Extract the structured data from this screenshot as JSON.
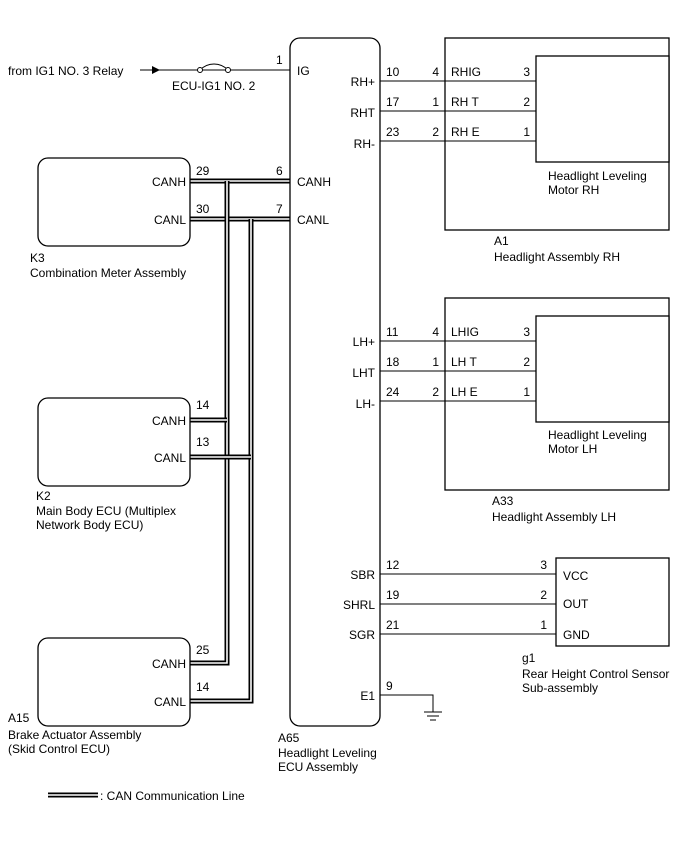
{
  "source": {
    "text": "from IG1 NO. 3 Relay"
  },
  "fuse": {
    "label": "ECU-IG1 NO. 2"
  },
  "ecu": {
    "code": "A65",
    "name": "Headlight Leveling\nECU Assembly",
    "pins": {
      "ig": {
        "num": "1",
        "label": "IG"
      },
      "canh": {
        "num": "6",
        "label": "CANH"
      },
      "canl": {
        "num": "7",
        "label": "CANL"
      },
      "rhp": {
        "num": "10",
        "label": "RH+"
      },
      "rht": {
        "num": "17",
        "label": "RHT"
      },
      "rhm": {
        "num": "23",
        "label": "RH-"
      },
      "lhp": {
        "num": "11",
        "label": "LH+"
      },
      "lht": {
        "num": "18",
        "label": "LHT"
      },
      "lhm": {
        "num": "24",
        "label": "LH-"
      },
      "sbr": {
        "num": "12",
        "label": "SBR"
      },
      "shrl": {
        "num": "19",
        "label": "SHRL"
      },
      "sgr": {
        "num": "21",
        "label": "SGR"
      },
      "e1": {
        "num": "9",
        "label": "E1"
      }
    }
  },
  "k3": {
    "code": "K3",
    "name": "Combination Meter Assembly",
    "canh": {
      "num": "29",
      "label": "CANH"
    },
    "canl": {
      "num": "30",
      "label": "CANL"
    }
  },
  "k2": {
    "code": "K2",
    "name": "Main Body ECU (Multiplex\nNetwork Body ECU)",
    "canh": {
      "num": "14",
      "label": "CANH"
    },
    "canl": {
      "num": "13",
      "label": "CANL"
    }
  },
  "a15": {
    "code": "A15",
    "name": "Brake Actuator Assembly\n(Skid Control ECU)",
    "canh": {
      "num": "25",
      "label": "CANH"
    },
    "canl": {
      "num": "14",
      "label": "CANL"
    }
  },
  "a1": {
    "code": "A1",
    "name": "Headlight Assembly RH",
    "motor": "Headlight Leveling\nMotor RH",
    "pins": [
      {
        "conn": "4",
        "label": "RHIG",
        "motor_pin": "3"
      },
      {
        "conn": "1",
        "label": "RH T",
        "motor_pin": "2"
      },
      {
        "conn": "2",
        "label": "RH E",
        "motor_pin": "1"
      }
    ]
  },
  "a33": {
    "code": "A33",
    "name": "Headlight Assembly LH",
    "motor": "Headlight Leveling\nMotor LH",
    "pins": [
      {
        "conn": "4",
        "label": "LHIG",
        "motor_pin": "3"
      },
      {
        "conn": "1",
        "label": "LH T",
        "motor_pin": "2"
      },
      {
        "conn": "2",
        "label": "LH E",
        "motor_pin": "1"
      }
    ]
  },
  "g1": {
    "code": "g1",
    "name": "Rear Height Control Sensor\nSub-assembly",
    "pins": [
      {
        "num": "3",
        "label": "VCC"
      },
      {
        "num": "2",
        "label": "OUT"
      },
      {
        "num": "1",
        "label": "GND"
      }
    ]
  },
  "legend": {
    "text": ": CAN Communication Line"
  }
}
